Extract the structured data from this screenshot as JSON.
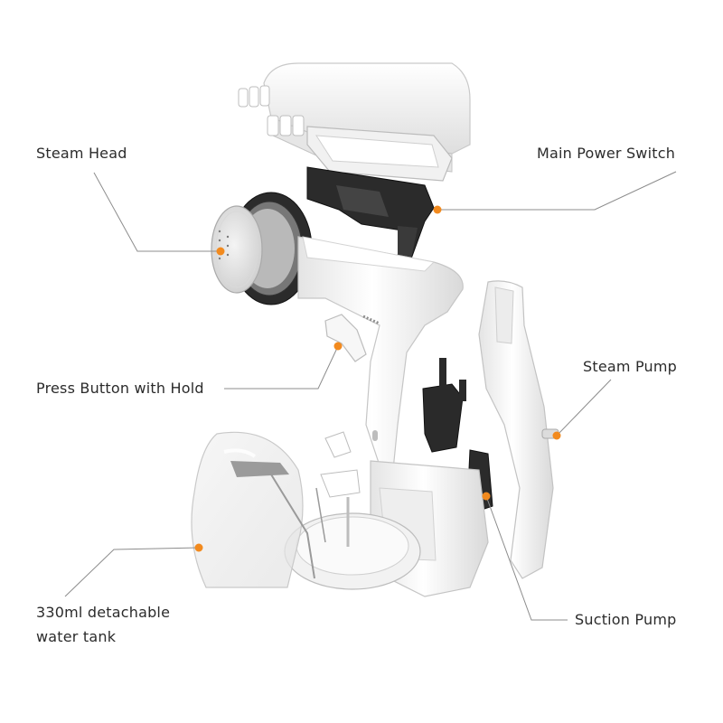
{
  "labels": {
    "steam_head": "Steam Head",
    "main_power_switch": "Main Power Switch",
    "press_button": "Press Button with Hold",
    "steam_pump": "Steam Pump",
    "tank_line1": "330ml detachable",
    "tank_line2": "water tank",
    "suction_pump": "Suction Pump"
  },
  "colors": {
    "accent_dot": "#f28a1e",
    "leader_line": "#8c8c8c",
    "body_white": "#f4f4f4",
    "dark_part": "#2a2a2a"
  }
}
